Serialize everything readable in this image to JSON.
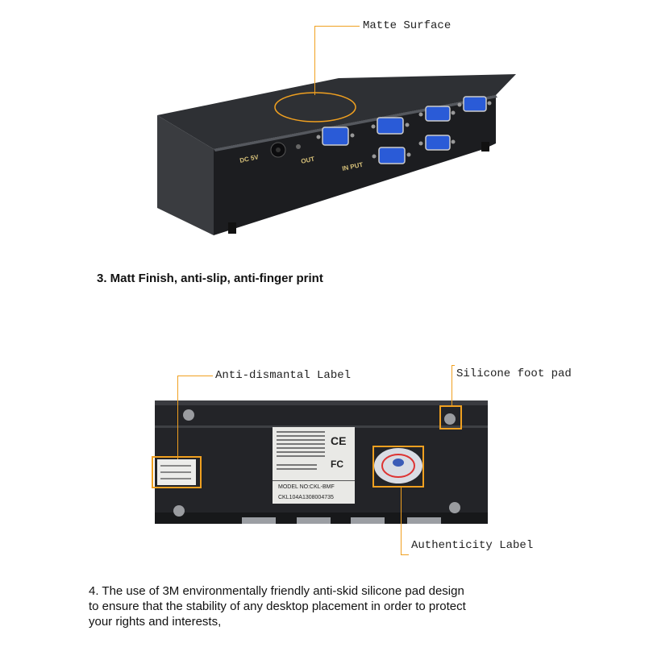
{
  "section3": {
    "callout_matte": "Matte Surface",
    "heading": "3. Matt Finish, anti-slip, anti-finger print",
    "port_out_label": "OUT",
    "port_in_label": "IN PUT",
    "power_label": "DC 5V"
  },
  "section4": {
    "callout_dismantle": "Anti-dismantal Label",
    "callout_silicone": "Silicone foot pad",
    "callout_authenticity": "Authenticity Label",
    "model_label": "MODEL NO:CKL-BMF",
    "serial_label": "CKL104A1308004735",
    "paragraph_lines": [
      "4. The use of 3M environmentally friendly anti-skid silicone pad design",
      "to ensure that the stability of any desktop placement in order to protect",
      "your rights and interests,"
    ]
  },
  "colors": {
    "accent": "#f0a020",
    "device_body": "#222428",
    "port_blue": "#2a5bd7"
  }
}
